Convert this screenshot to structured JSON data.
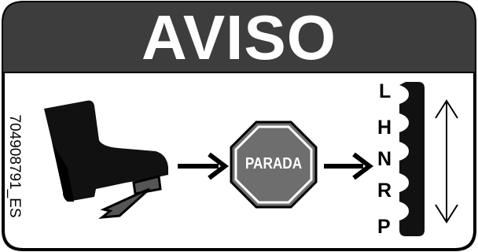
{
  "sign": {
    "title": "AVISO",
    "part_number": "704908791_ES",
    "stop_label": "PARADA",
    "gears": [
      "L",
      "H",
      "N",
      "R",
      "P"
    ]
  },
  "colors": {
    "header_bg": "#3d3d3d",
    "stop_fill": "#6e6e6e",
    "boot": "#111111",
    "border": "#000000"
  },
  "icons": [
    "boot-icon",
    "brake-pedal-icon",
    "arrow-right-icon",
    "stop-sign-icon",
    "gear-selector-icon",
    "double-arrow-icon"
  ]
}
